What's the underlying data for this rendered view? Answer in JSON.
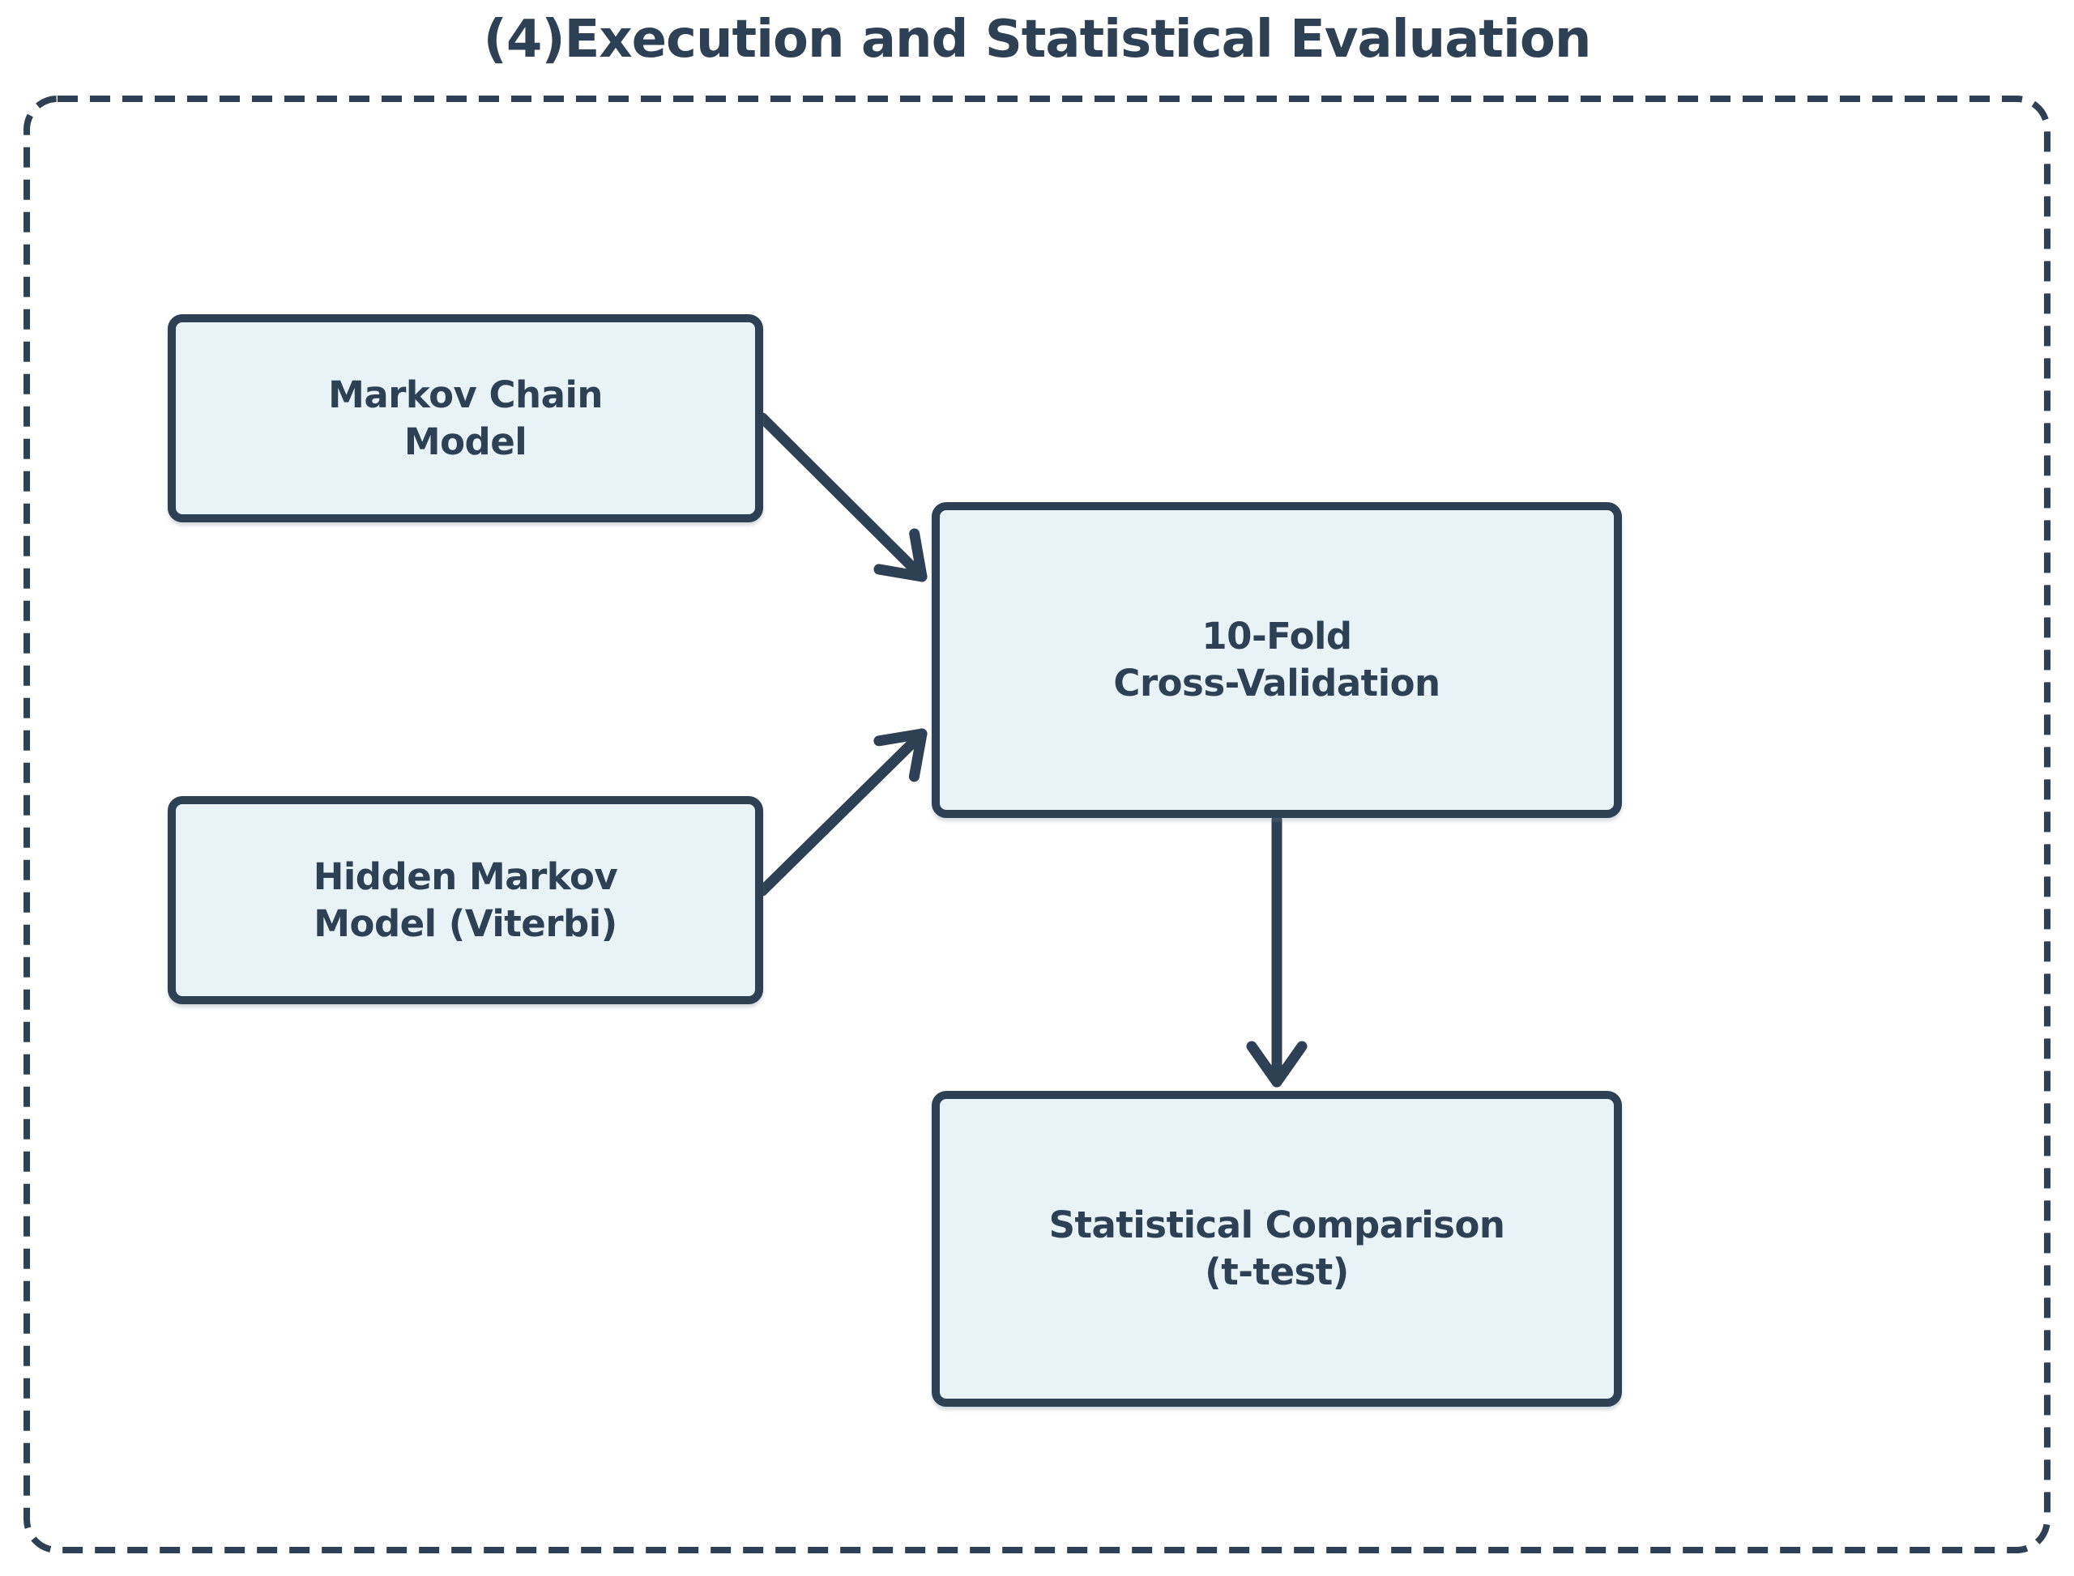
{
  "diagram": {
    "title": "(4)Execution and Statistical Evaluation",
    "nodes": {
      "markov_chain": {
        "label": "Markov Chain\nModel"
      },
      "hidden_markov": {
        "label": "Hidden Markov\nModel (Viterbi)"
      },
      "cross_validation": {
        "label": "10-Fold\nCross-Validation"
      },
      "statistical_comparison": {
        "label": "Statistical Comparison\n(t-test)"
      }
    },
    "edges": [
      {
        "from": "Markov Chain Model",
        "to": "10-Fold Cross-Validation"
      },
      {
        "from": "Hidden Markov Model (Viterbi)",
        "to": "10-Fold Cross-Validation"
      },
      {
        "from": "10-Fold Cross-Validation",
        "to": "Statistical Comparison (t-test)"
      }
    ],
    "colors": {
      "node_fill": "#e8f3f8",
      "node_border": "#2e4053",
      "arrow": "#2e4053",
      "text": "#2e4053",
      "frame_border": "#2e4053",
      "background": "#ffffff"
    }
  }
}
